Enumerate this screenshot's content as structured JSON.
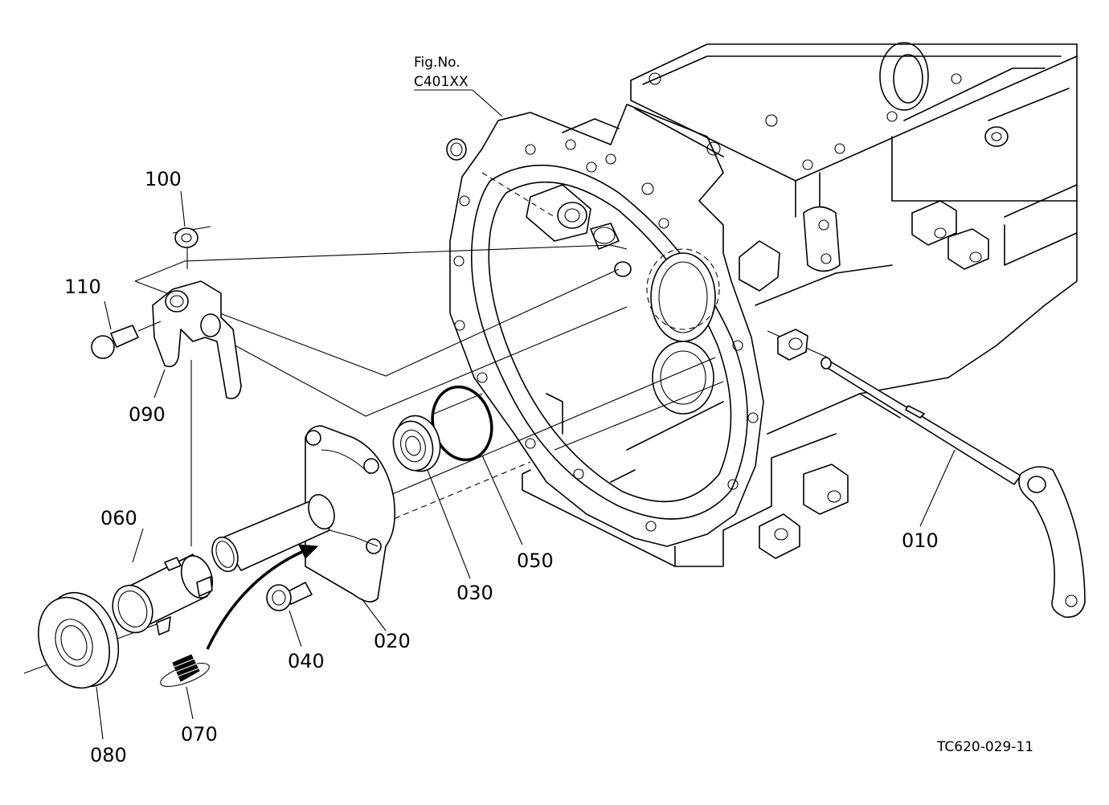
{
  "figure": {
    "ref_line1": "Fig.No.",
    "ref_line2": "C401XX",
    "drawing_code": "TC620-029-11"
  },
  "parts": [
    {
      "id": "010",
      "label": "010"
    },
    {
      "id": "020",
      "label": "020"
    },
    {
      "id": "030",
      "label": "030"
    },
    {
      "id": "040",
      "label": "040"
    },
    {
      "id": "050",
      "label": "050"
    },
    {
      "id": "060",
      "label": "060"
    },
    {
      "id": "070",
      "label": "070"
    },
    {
      "id": "080",
      "label": "080"
    },
    {
      "id": "090",
      "label": "090"
    },
    {
      "id": "100",
      "label": "100"
    },
    {
      "id": "110",
      "label": "110"
    }
  ]
}
